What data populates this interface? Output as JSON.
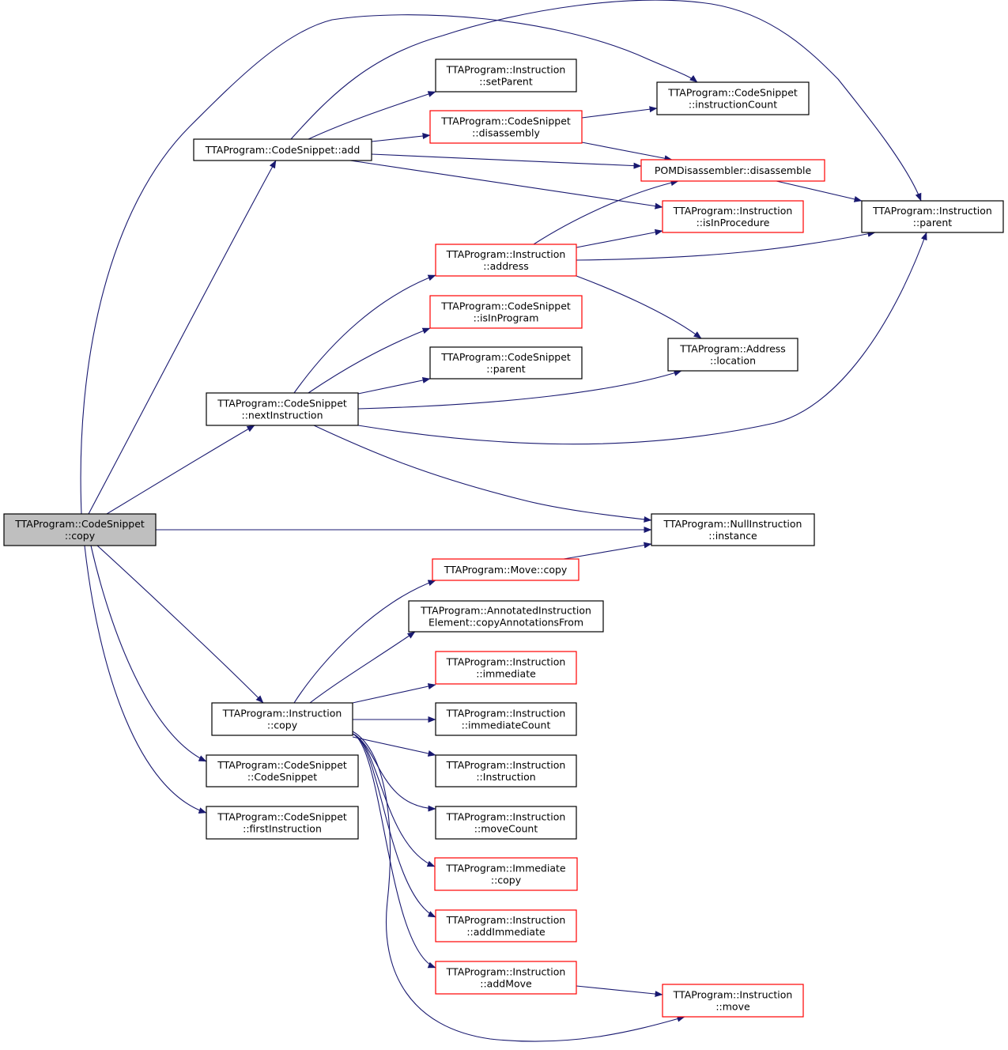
{
  "colors": {
    "edge": "#191970",
    "focus_fill": "#bfbfbf",
    "plain_border": "#000000",
    "truncated_border": "#ff0000",
    "background": "#ffffff"
  },
  "nodes": [
    {
      "id": "copy_root",
      "lines": [
        "TTAProgram::CodeSnippet",
        "::copy"
      ],
      "style": "focus"
    },
    {
      "id": "cs_add",
      "lines": [
        "TTAProgram::CodeSnippet::add"
      ],
      "style": "plain"
    },
    {
      "id": "cs_next",
      "lines": [
        "TTAProgram::CodeSnippet",
        "::nextInstruction"
      ],
      "style": "plain"
    },
    {
      "id": "instr_copy",
      "lines": [
        "TTAProgram::Instruction",
        "::copy"
      ],
      "style": "plain"
    },
    {
      "id": "cs_ctor",
      "lines": [
        "TTAProgram::CodeSnippet",
        "::CodeSnippet"
      ],
      "style": "plain"
    },
    {
      "id": "cs_first",
      "lines": [
        "TTAProgram::CodeSnippet",
        "::firstInstruction"
      ],
      "style": "plain"
    },
    {
      "id": "instr_setparent",
      "lines": [
        "TTAProgram::Instruction",
        "::setParent"
      ],
      "style": "plain"
    },
    {
      "id": "cs_disasm",
      "lines": [
        "TTAProgram::CodeSnippet",
        "::disassembly"
      ],
      "style": "truncated"
    },
    {
      "id": "instr_address",
      "lines": [
        "TTAProgram::Instruction",
        "::address"
      ],
      "style": "truncated"
    },
    {
      "id": "cs_isinprog",
      "lines": [
        "TTAProgram::CodeSnippet",
        "::isInProgram"
      ],
      "style": "truncated"
    },
    {
      "id": "cs_parent",
      "lines": [
        "TTAProgram::CodeSnippet",
        "::parent"
      ],
      "style": "plain"
    },
    {
      "id": "cs_instrcount",
      "lines": [
        "TTAProgram::CodeSnippet",
        "::instructionCount"
      ],
      "style": "plain"
    },
    {
      "id": "pom_disasm",
      "lines": [
        "POMDisassembler::disassemble"
      ],
      "style": "truncated"
    },
    {
      "id": "instr_isinproc",
      "lines": [
        "TTAProgram::Instruction",
        "::isInProcedure"
      ],
      "style": "truncated"
    },
    {
      "id": "addr_location",
      "lines": [
        "TTAProgram::Address",
        "::location"
      ],
      "style": "plain"
    },
    {
      "id": "instr_parent",
      "lines": [
        "TTAProgram::Instruction",
        "::parent"
      ],
      "style": "plain"
    },
    {
      "id": "null_instance",
      "lines": [
        "TTAProgram::NullInstruction",
        "::instance"
      ],
      "style": "plain"
    },
    {
      "id": "move_copy",
      "lines": [
        "TTAProgram::Move::copy"
      ],
      "style": "truncated"
    },
    {
      "id": "annot_copy",
      "lines": [
        "TTAProgram::AnnotatedInstruction",
        "Element::copyAnnotationsFrom"
      ],
      "style": "plain"
    },
    {
      "id": "instr_immediate",
      "lines": [
        "TTAProgram::Instruction",
        "::immediate"
      ],
      "style": "truncated"
    },
    {
      "id": "instr_immcount",
      "lines": [
        "TTAProgram::Instruction",
        "::immediateCount"
      ],
      "style": "plain"
    },
    {
      "id": "instr_ctor",
      "lines": [
        "TTAProgram::Instruction",
        "::Instruction"
      ],
      "style": "plain"
    },
    {
      "id": "instr_movecount",
      "lines": [
        "TTAProgram::Instruction",
        "::moveCount"
      ],
      "style": "plain"
    },
    {
      "id": "imm_copy",
      "lines": [
        "TTAProgram::Immediate",
        "::copy"
      ],
      "style": "truncated"
    },
    {
      "id": "instr_addimm",
      "lines": [
        "TTAProgram::Instruction",
        "::addImmediate"
      ],
      "style": "truncated"
    },
    {
      "id": "instr_addmove",
      "lines": [
        "TTAProgram::Instruction",
        "::addMove"
      ],
      "style": "truncated"
    },
    {
      "id": "instr_move",
      "lines": [
        "TTAProgram::Instruction",
        "::move"
      ],
      "style": "truncated"
    }
  ],
  "edges": [
    {
      "from": "copy_root",
      "to": "cs_add"
    },
    {
      "from": "copy_root",
      "to": "cs_next"
    },
    {
      "from": "copy_root",
      "to": "null_instance"
    },
    {
      "from": "copy_root",
      "to": "instr_copy"
    },
    {
      "from": "copy_root",
      "to": "cs_ctor"
    },
    {
      "from": "copy_root",
      "to": "cs_first"
    },
    {
      "from": "copy_root",
      "to": "cs_instrcount"
    },
    {
      "from": "cs_add",
      "to": "instr_setparent"
    },
    {
      "from": "cs_add",
      "to": "cs_disasm"
    },
    {
      "from": "cs_add",
      "to": "pom_disasm"
    },
    {
      "from": "cs_add",
      "to": "instr_isinproc"
    },
    {
      "from": "cs_add",
      "to": "instr_parent"
    },
    {
      "from": "cs_disasm",
      "to": "cs_instrcount"
    },
    {
      "from": "cs_disasm",
      "to": "pom_disasm"
    },
    {
      "from": "pom_disasm",
      "to": "instr_parent"
    },
    {
      "from": "instr_address",
      "to": "pom_disasm"
    },
    {
      "from": "instr_address",
      "to": "instr_isinproc"
    },
    {
      "from": "instr_address",
      "to": "instr_parent"
    },
    {
      "from": "instr_address",
      "to": "addr_location"
    },
    {
      "from": "cs_next",
      "to": "instr_address"
    },
    {
      "from": "cs_next",
      "to": "cs_isinprog"
    },
    {
      "from": "cs_next",
      "to": "cs_parent"
    },
    {
      "from": "cs_next",
      "to": "addr_location"
    },
    {
      "from": "cs_next",
      "to": "instr_parent"
    },
    {
      "from": "cs_next",
      "to": "null_instance"
    },
    {
      "from": "move_copy",
      "to": "null_instance"
    },
    {
      "from": "instr_copy",
      "to": "move_copy"
    },
    {
      "from": "instr_copy",
      "to": "annot_copy"
    },
    {
      "from": "instr_copy",
      "to": "instr_immediate"
    },
    {
      "from": "instr_copy",
      "to": "instr_immcount"
    },
    {
      "from": "instr_copy",
      "to": "instr_ctor"
    },
    {
      "from": "instr_copy",
      "to": "instr_movecount"
    },
    {
      "from": "instr_copy",
      "to": "imm_copy"
    },
    {
      "from": "instr_copy",
      "to": "instr_addimm"
    },
    {
      "from": "instr_copy",
      "to": "instr_addmove"
    },
    {
      "from": "instr_copy",
      "to": "instr_move"
    },
    {
      "from": "instr_addmove",
      "to": "instr_move"
    }
  ]
}
